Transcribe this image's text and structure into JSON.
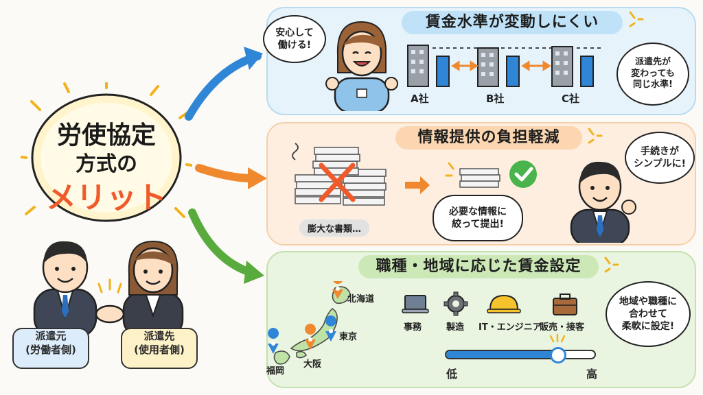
{
  "main_badge": {
    "line1": "労使協定",
    "line2": "方式の",
    "line3": "メリット"
  },
  "parties": {
    "left": "派遣元\n(労働者側)",
    "right": "派遣先\n(使用者側)"
  },
  "panel1": {
    "title": "賃金水準が変動しにくい",
    "bubble_left": "安心して\n働ける!",
    "bubble_right": "派遣先が\n変わっても\n同じ水準!",
    "companies": [
      "A社",
      "B社",
      "C社"
    ]
  },
  "panel2": {
    "title": "情報提供の負担軽減",
    "docs_label": "膨大な書類…",
    "bubble_center": "必要な情報に\n絞って提出!",
    "bubble_right": "手続きが\nシンプルに!"
  },
  "panel3": {
    "title": "職種・地域に応じた賃金設定",
    "regions": [
      "北海道",
      "東京",
      "大阪",
      "福岡"
    ],
    "jobs": [
      "事務",
      "製造",
      "IT・エンジニア",
      "販売・接客"
    ],
    "scale_low": "低",
    "scale_high": "高",
    "scale_level": 0.76,
    "bubble_right": "地域や職種に\n合わせて\n柔軟に設定!"
  },
  "colors": {
    "panel1_bg": "#e6f3fb",
    "panel2_bg": "#fdeee0",
    "panel3_bg": "#eaf5e1",
    "arrow_blue": "#2f86d6",
    "arrow_orange": "#f0882e",
    "arrow_green": "#5aab3d",
    "accent_red": "#f05a2a",
    "check_green": "#49b44b"
  }
}
